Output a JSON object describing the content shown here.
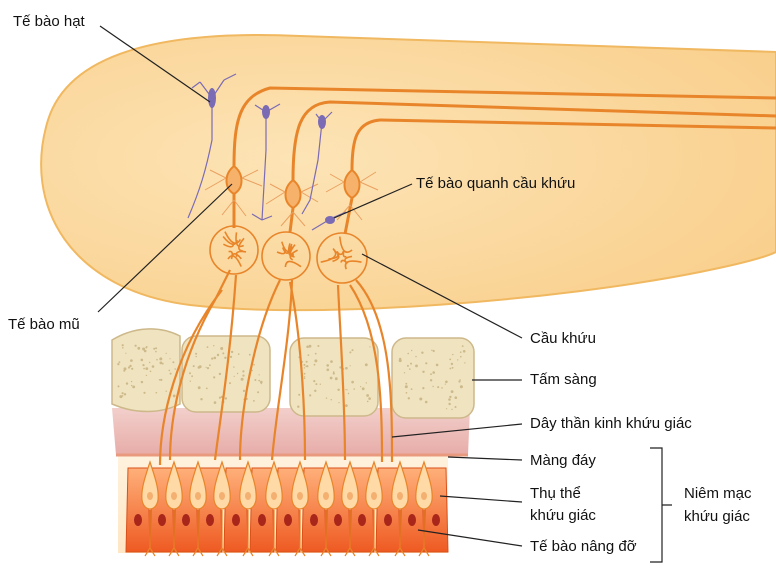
{
  "labels": {
    "granule_cell": "Tế bào hạt",
    "periglomerular_cell": "Tế bào quanh cầu khứu",
    "mitral_cell": "Tế bào mũ",
    "glomerulus": "Cầu khứu",
    "cribriform_plate": "Tấm sàng",
    "olfactory_nerve": "Dây thần kinh khứu giác",
    "basement_membrane": "Màng đáy",
    "receptor_line1": "Thụ thể",
    "receptor_line2": "khứu giác",
    "supporting_cell": "Tế bào nâng đỡ",
    "mucosa_line1": "Niêm mạc",
    "mucosa_line2": "khứu giác"
  },
  "colors": {
    "bulb_fill": "#fbd9a0",
    "bulb_edge": "#f0b860",
    "neuron": "#e8852a",
    "granule_purple": "#7b6bb5",
    "bone": "#efe3c0",
    "nerve_layer": "#eab7b4",
    "support_cell": "#f06a2a",
    "leader": "#222222"
  }
}
